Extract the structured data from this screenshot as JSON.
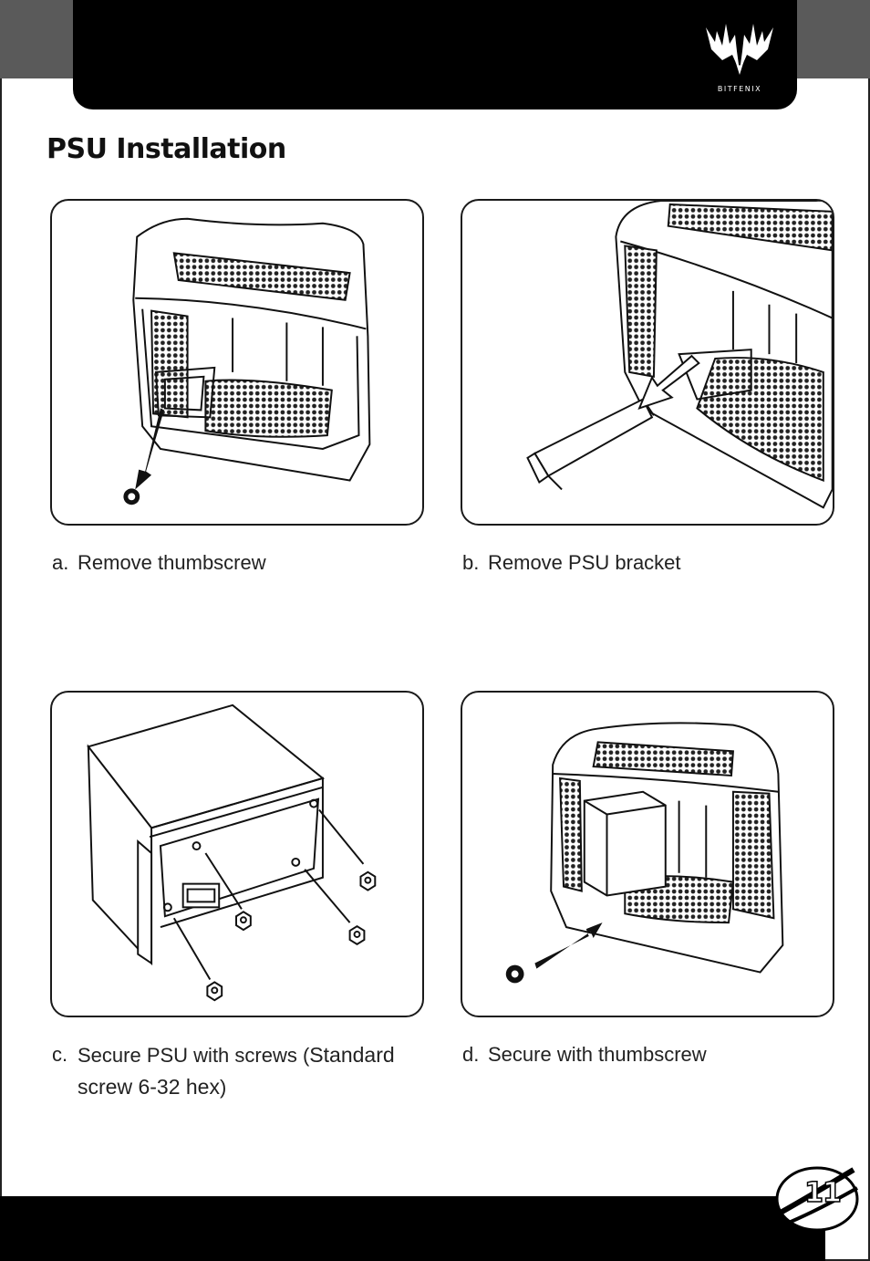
{
  "document": {
    "title": "PSU Installation",
    "page_number": "11"
  },
  "steps": [
    {
      "letter": "a.",
      "text": "Remove thumbscrew"
    },
    {
      "letter": "b.",
      "text": "Remove PSU bracket"
    },
    {
      "letter": "c.",
      "text": "Secure PSU with screws (",
      "text_emphasis": "Standard screw 6-32 hex",
      "text_end": ")"
    },
    {
      "letter": "d.",
      "text": "Secure with thumbscrew"
    }
  ],
  "logo": {
    "icon": "bitfenix-logo-icon",
    "wordmark": "BITFENIX"
  },
  "colors": {
    "header": "#000000",
    "corner_tab": "#5a5a5a",
    "text": "#222222"
  }
}
